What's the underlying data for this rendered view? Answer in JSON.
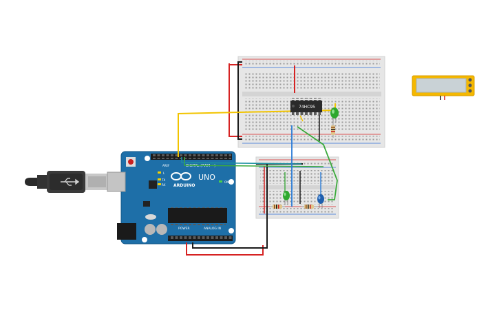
{
  "arduino": {
    "logo": "ARDUINO",
    "model": "UNO",
    "digital_label": "DIGITAL (PWM ~)",
    "power_label": "POWER",
    "analog_label": "ANALOG IN",
    "on_label": "ON",
    "tx_label": "TX",
    "rx_label": "RX",
    "l_label": "L",
    "aref_label": "AREF",
    "gnd_label": "GND"
  },
  "chip": {
    "label": "74HC95"
  },
  "colors": {
    "board": "#1e6fa8",
    "breadboard": "#e6e6e6",
    "wire_red": "#d62222",
    "wire_black": "#1a1a1a",
    "wire_yellow": "#f2c400",
    "wire_green": "#3caa3c",
    "wire_teal": "#1b8fa0",
    "wire_blue": "#2a7bd6",
    "led_green": "#2ea82e",
    "led_blue": "#1f5fae",
    "lcd_frame": "#f5b800",
    "lcd_screen": "#c9d2d6"
  }
}
